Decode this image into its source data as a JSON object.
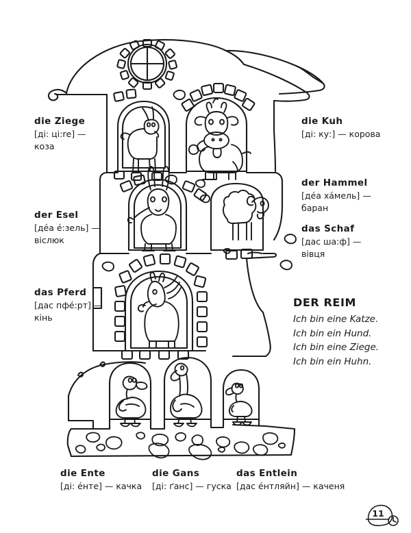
{
  "page": {
    "number": "11",
    "background_color": "#ffffff",
    "ink_color": "#1a1a1a"
  },
  "labels": [
    {
      "id": "ziege",
      "term": "die Ziege",
      "gloss": "[ді: ці:rе] —",
      "gloss_cont": "коза"
    },
    {
      "id": "esel",
      "term": "der Esel",
      "gloss": "[дéа é:зель] —",
      "gloss_cont": "віслюк"
    },
    {
      "id": "pferd",
      "term": "das Pferd",
      "gloss": "[дас пфé:рт] —",
      "gloss_cont": "кінь"
    },
    {
      "id": "kuh",
      "term": "die Kuh",
      "gloss": "[ді: ку:] — корова",
      "gloss_cont": ""
    },
    {
      "id": "hammel",
      "term": "der Hammel",
      "gloss": "[дéа хáмель] —",
      "gloss_cont": "баран"
    },
    {
      "id": "schaf",
      "term": "das Schaf",
      "gloss": "[дас ша:ф] —",
      "gloss_cont": "вівця"
    },
    {
      "id": "ente",
      "term": "die Ente",
      "gloss": "[ді: éнте] — качка",
      "gloss_cont": ""
    },
    {
      "id": "gans",
      "term": "die Gans",
      "gloss": "[ді: ґанс] — гуска",
      "gloss_cont": ""
    },
    {
      "id": "entlein",
      "term": "das Entlein",
      "gloss": "[дас éнтляйн] — каченя",
      "gloss_cont": ""
    }
  ],
  "rhyme": {
    "title": "DER REIM",
    "lines": [
      "Ich bin eine Katze.",
      "Ich bin ein Hund.",
      "Ich bin eine Ziege.",
      "Ich bin ein Huhn."
    ]
  },
  "illustration": {
    "description": "line-art farm house with animals",
    "animals": [
      "goat",
      "cow",
      "donkey",
      "sheep",
      "horse",
      "duck",
      "goose",
      "duckling"
    ]
  }
}
